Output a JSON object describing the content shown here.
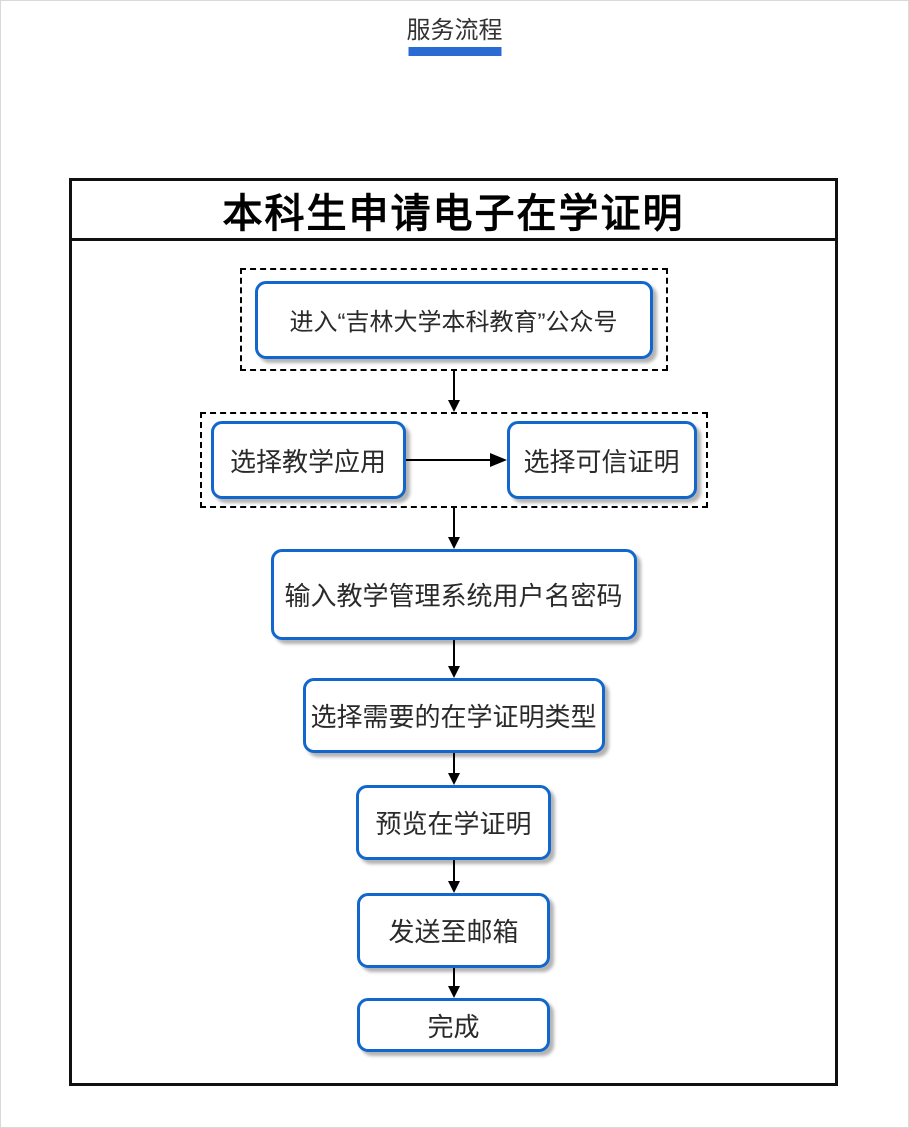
{
  "header": {
    "tab_label": "服务流程"
  },
  "flowchart": {
    "title": "本科生申请电子在学证明",
    "steps": [
      {
        "id": "1",
        "label": "进入“吉林大学本科教育”公众号"
      },
      {
        "id": "2a",
        "label": "选择教学应用"
      },
      {
        "id": "2b",
        "label": "选择可信证明"
      },
      {
        "id": "3",
        "label": "输入教学管理系统用户名密码"
      },
      {
        "id": "4",
        "label": "选择需要的在学证明类型"
      },
      {
        "id": "5",
        "label": "预览在学证明"
      },
      {
        "id": "6",
        "label": "发送至邮箱"
      },
      {
        "id": "7",
        "label": "完成"
      }
    ]
  },
  "colors": {
    "step_box_border_blue": "#1267cd",
    "tab_underline_blue": "#2a6bd3",
    "tab_underline_light_blue": "#b3cbec",
    "frame_border_black": "#111111",
    "page_border_gray": "#d9d9d9",
    "text_dark": "#2a2a2a"
  }
}
